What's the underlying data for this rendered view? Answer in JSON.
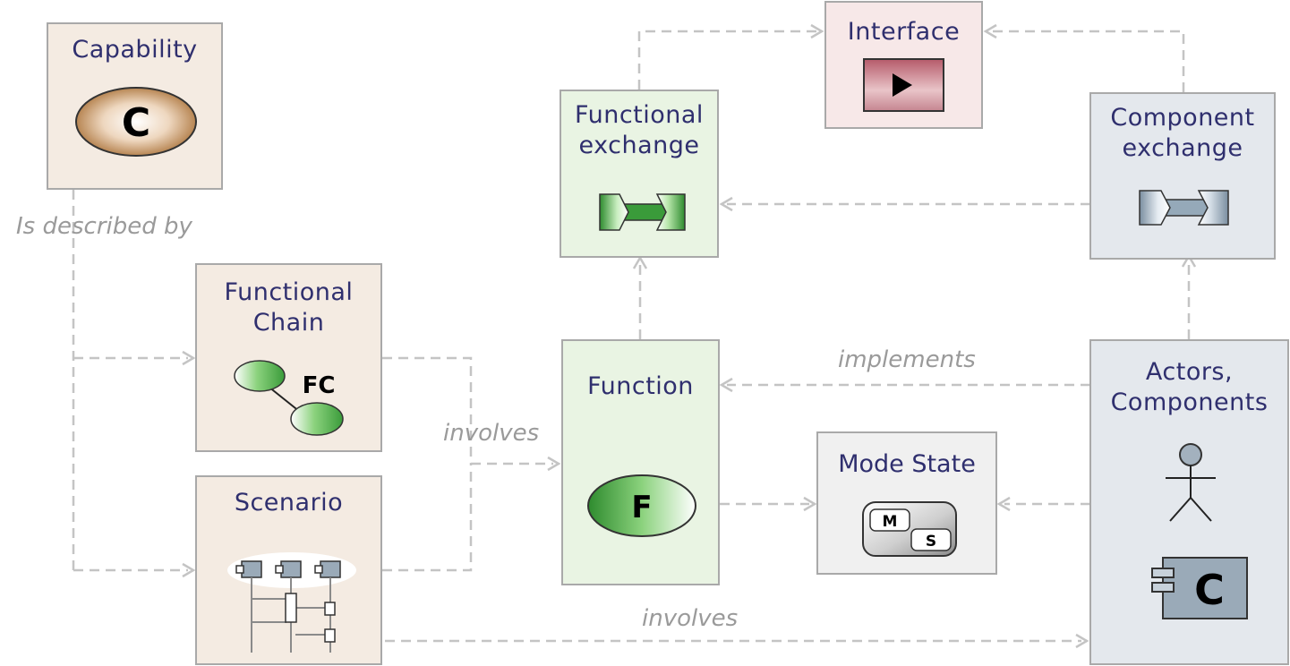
{
  "nodes": {
    "capability": {
      "label": "Capability",
      "icon": "capability-icon",
      "icon_text": "C"
    },
    "interface": {
      "label": "Interface",
      "icon": "interface-icon"
    },
    "functional_exchange": {
      "label_lines": [
        "Functional",
        "exchange"
      ],
      "icon": "functional-exchange-icon"
    },
    "component_exchange": {
      "label_lines": [
        "Component",
        "exchange"
      ],
      "icon": "component-exchange-icon"
    },
    "functional_chain": {
      "label_lines": [
        "Functional",
        "Chain"
      ],
      "icon": "functional-chain-icon",
      "icon_text": "FC"
    },
    "function": {
      "label": "Function",
      "icon": "function-icon",
      "icon_text": "F"
    },
    "actors_components": {
      "label_lines": [
        "Actors,",
        "Components"
      ],
      "icons": [
        "actor-icon",
        "component-icon"
      ],
      "icon_text": "C"
    },
    "mode_state": {
      "label": "Mode State",
      "icon": "mode-state-icon",
      "icon_text": [
        "M",
        "S"
      ]
    },
    "scenario": {
      "label": "Scenario",
      "icon": "scenario-icon"
    }
  },
  "edges": {
    "is_described_by": "Is described by",
    "implements": "implements",
    "involves_function": "involves",
    "involves_actors": "involves"
  },
  "colors": {
    "tan": "#f4ebe2",
    "green": "#e9f4e3",
    "pink": "#f7e8e8",
    "blue": "#e4e8ed",
    "grey": "#f0f0f0",
    "label_text": "#2f2f6e",
    "edge": "#bfbfbf"
  }
}
